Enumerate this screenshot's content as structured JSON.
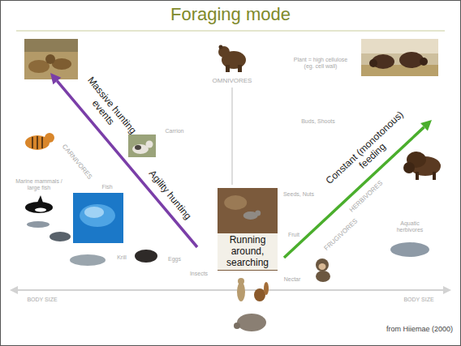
{
  "diagram": {
    "title": "Foraging mode",
    "caption": "from Hiiemae (2000)",
    "nodes": [
      {
        "text": [
          "Running around, searching"
        ]
      }
    ],
    "labels": [
      "Massive hunting events",
      "Agility hunting",
      "Constant (monotonous) feeding",
      "OMNIVORES",
      "Plant = high cellulose (eg. cell wall)",
      "Buds, Shoots",
      "HERBIVORES",
      "Seeds, Nuts",
      "FRUGIVORES",
      "Fruit",
      "Nectar",
      "Aquatic herbivores",
      "Carrion",
      "CARNIVORES",
      "Fish",
      "Marine mammals / large fish",
      "Krill",
      "Eggs",
      "Insects",
      "BODY SIZE",
      "BODY SIZE"
    ]
  }
}
